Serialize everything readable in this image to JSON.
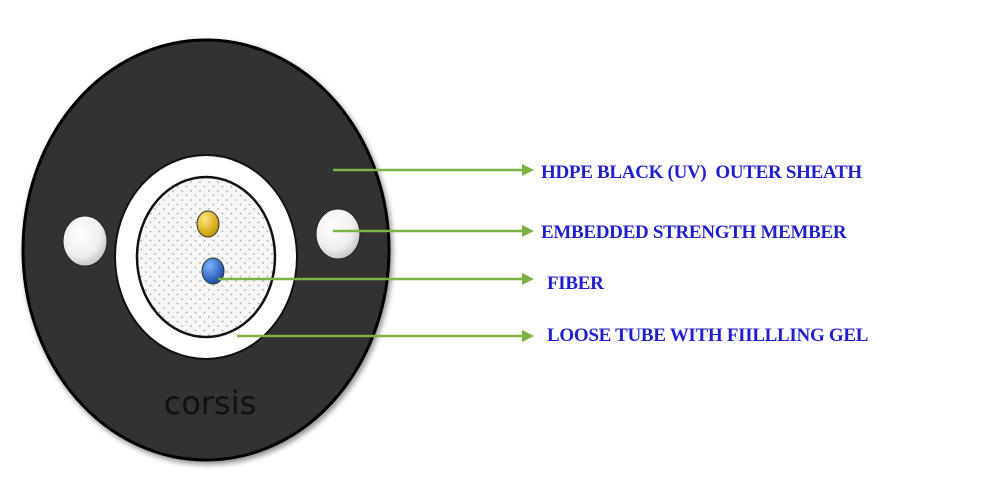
{
  "brand_text": "corsis",
  "callouts": [
    {
      "id": "outer-sheath",
      "label": "HDPE BLACK (UV)  OUTER SHEATH"
    },
    {
      "id": "strength-member",
      "label": "EMBEDDED STRENGTH MEMBER"
    },
    {
      "id": "fiber",
      "label": "FIBER"
    },
    {
      "id": "loose-tube",
      "label": "LOOSE TUBE WITH FIILLLING GEL"
    }
  ],
  "colors": {
    "sheath": "#333333",
    "sheath_outline": "#000000",
    "tube_ring": "#ffffff",
    "gel_fill": "#f4f4f4",
    "arrow": "#7cb342",
    "label_text": "#1f1fcc",
    "brand_text": "#111111",
    "fiber_yellow": "#e6b800",
    "fiber_blue": "#1f5fbf"
  }
}
